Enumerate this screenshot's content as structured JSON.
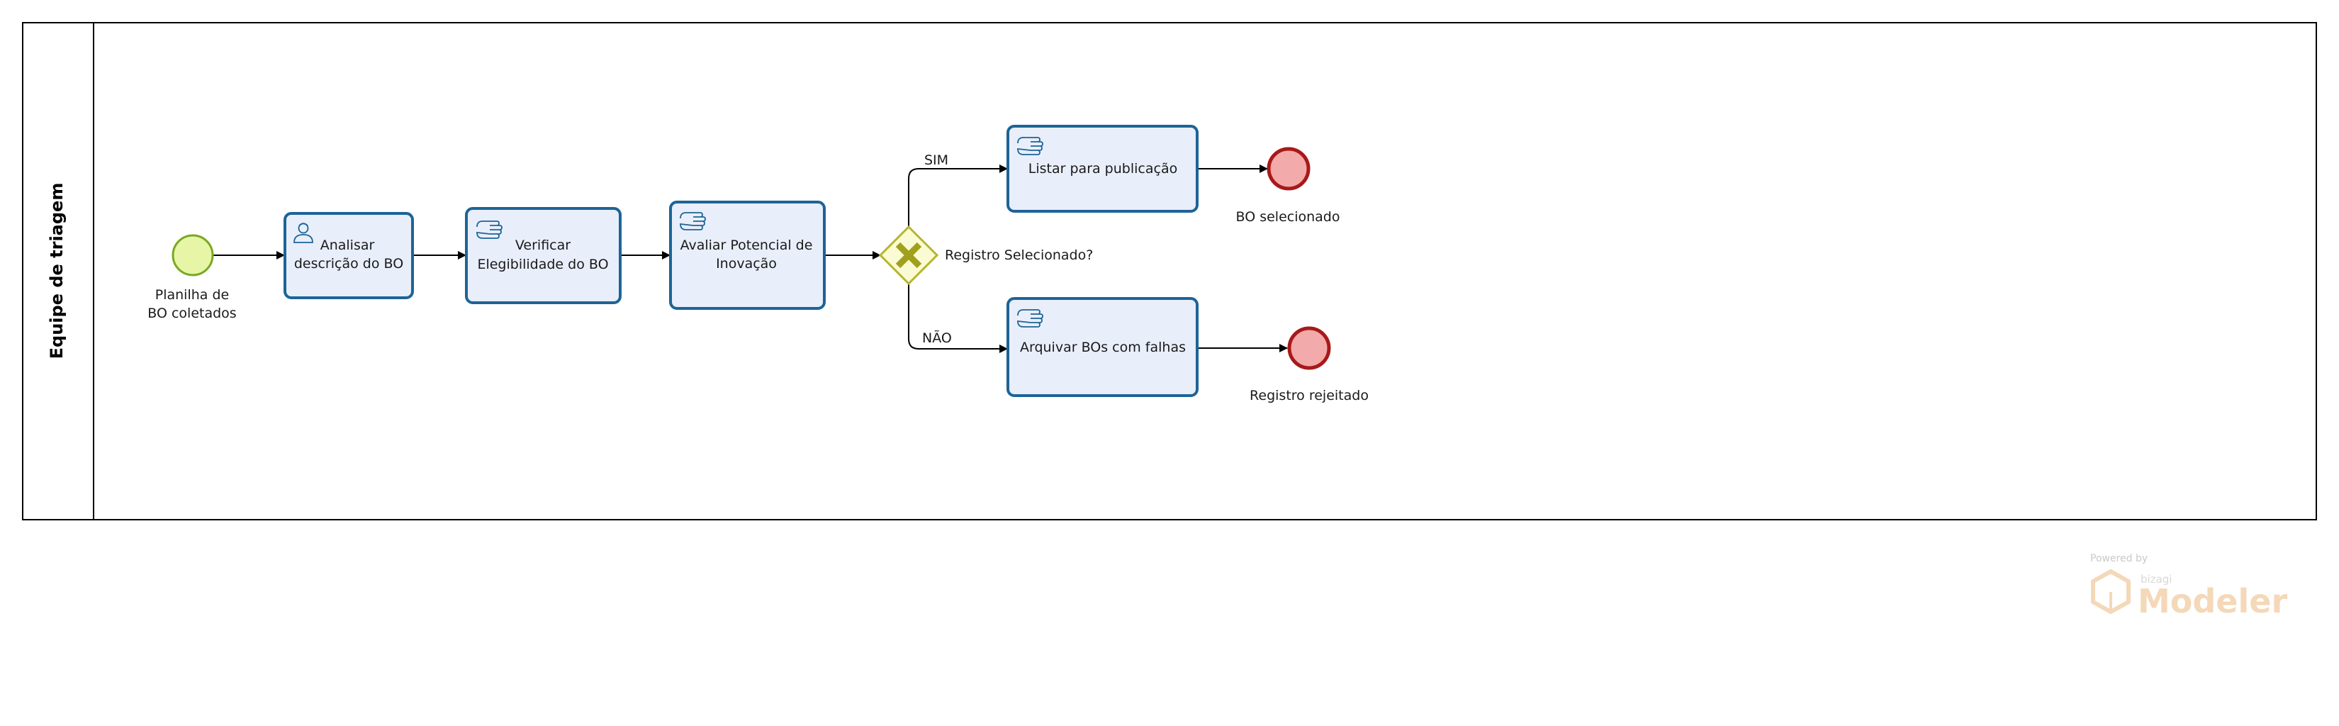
{
  "pool": {
    "lane_label": "Equipe de triagem"
  },
  "start_event": {
    "label_line1": "Planilha de",
    "label_line2": "BO coletados"
  },
  "tasks": {
    "analisar": {
      "line1": "Analisar",
      "line2": "descrição do BO",
      "icon": "user-task-icon"
    },
    "verificar": {
      "line1": "Verificar",
      "line2": "Elegibilidade do BO",
      "icon": "manual-task-icon"
    },
    "avaliar": {
      "line1": "Avaliar Potencial de",
      "line2": "Inovação",
      "icon": "manual-task-icon"
    },
    "listar": {
      "line1": "Listar para publicação",
      "icon": "manual-task-icon"
    },
    "arquivar": {
      "line1": "Arquivar BOs com falhas",
      "icon": "manual-task-icon"
    }
  },
  "gateway": {
    "label": "Registro Selecionado?"
  },
  "flows": {
    "sim": "SIM",
    "nao": "NÃO"
  },
  "end_events": {
    "selecionado": "BO selecionado",
    "rejeitado": "Registro rejeitado"
  },
  "watermark": {
    "powered": "Powered by",
    "brand": "bizagi",
    "product": "Modeler"
  },
  "colors": {
    "task_fill": "#e9eefb",
    "task_stroke": "#1d6496",
    "start_fill": "#e6f5a6",
    "start_stroke": "#7aa823",
    "end_fill": "#f2aaaa",
    "end_stroke": "#a81919",
    "gateway_fill": "#fbfbd3",
    "gateway_stroke": "#b5b533",
    "gateway_mark": "#a0a01e"
  }
}
